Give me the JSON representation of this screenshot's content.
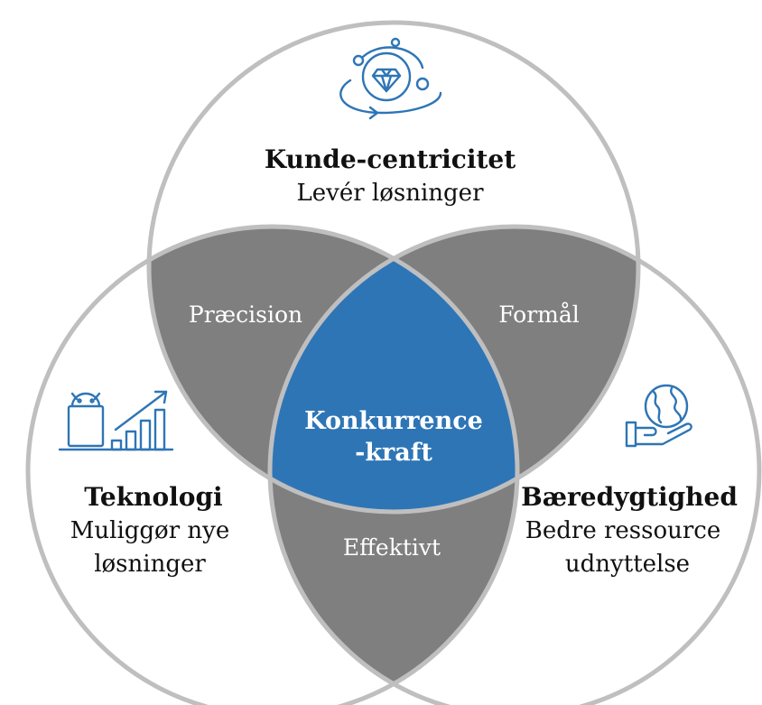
{
  "diagram": {
    "circles": {
      "top": {
        "title": "Kunde-centricitet",
        "subtitle": "Levér løsninger",
        "icon": "diamond-orbit-icon"
      },
      "left": {
        "title": "Teknologi",
        "subtitle_line1": "Muliggør nye",
        "subtitle_line2": "løsninger",
        "icon": "robot-growth-chart-icon"
      },
      "right": {
        "title": "Bæredygtighed",
        "subtitle_line1": "Bedre ressource",
        "subtitle_line2": "udnyttelse",
        "icon": "globe-in-hand-icon"
      }
    },
    "overlaps": {
      "top_left": "Præcision",
      "top_right": "Formål",
      "left_right": "Effektivt"
    },
    "center": {
      "line1": "Konkurrence",
      "line2": "-kraft"
    },
    "colors": {
      "circle_stroke": "#bfbfbf",
      "overlap_fill": "#7f7f7f",
      "center_fill": "#2e75b6",
      "icon_color": "#2e75b6",
      "text_dark": "#111111",
      "text_light": "#ffffff"
    }
  }
}
